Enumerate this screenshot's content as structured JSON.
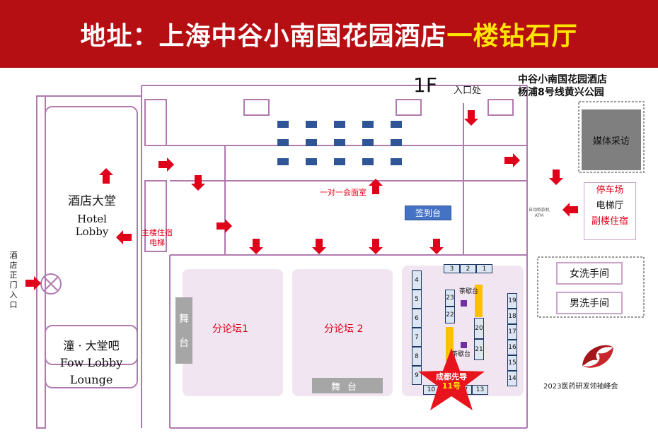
{
  "banner": {
    "prefix": "地址：上海中谷小南国花园酒店",
    "highlight": "一楼钻石厅"
  },
  "floor": "1F",
  "entrance": "入口处",
  "hotel_info": {
    "line1": "中谷小南国花园酒店",
    "line2": "杨浦8号线黄兴公园"
  },
  "rooms": {
    "media": "媒体采访",
    "lobby_cn": "酒店大堂",
    "lobby_en1": "Hotel",
    "lobby_en2": "Lobby",
    "bar_cn": "潼 · 大堂吧",
    "bar_en1": "Fow Lobby",
    "bar_en2": "Lounge",
    "main_elevator_1": "主楼住宿",
    "main_elevator_2": "电梯",
    "one_on_one": "一对一会面室",
    "signin": "签到台",
    "atm_1": "自动取款机",
    "atm_2": "ATM",
    "parking": "停车场",
    "elevator_hall": "电梯厅",
    "annex": "副楼住宿",
    "female_wc": "女洗手间",
    "male_wc": "男洗手间",
    "forum1": "分论坛1",
    "forum2": "分论坛 2",
    "stage_v1": "舞",
    "stage_v2": "台",
    "stage_h": "舞台",
    "side_entrance": [
      "酒",
      "店",
      "正",
      "门",
      "入",
      "口"
    ],
    "tea_top": "茶歇台",
    "tea_bottom": "茶歇台"
  },
  "booths": {
    "top": [
      "3",
      "2",
      "1"
    ],
    "left": [
      "4",
      "5",
      "6",
      "7",
      "8",
      "9"
    ],
    "bottom": [
      "10",
      "11",
      "12",
      "13"
    ],
    "right": [
      "19",
      "18",
      "17",
      "16",
      "15",
      "14"
    ],
    "mid_left": [
      "23",
      "22"
    ],
    "mid_right": [
      "20",
      "21"
    ]
  },
  "star": {
    "line1": "成都先导",
    "line2": "11号"
  },
  "logo": {
    "caption": "2023医药研发领袖峰会"
  },
  "colors": {
    "banner": "#b50f13",
    "highlight": "#ffe600",
    "arrow": "#e0001a",
    "wall": "#b07ab0",
    "hall_fill": "#f1e5f1",
    "signin": "#4472c4",
    "table": "#2f5597",
    "tea": "#ffc000",
    "star": "#e8141d"
  },
  "icons": [
    "down-arrow-icon",
    "right-arrow-icon",
    "left-arrow-icon",
    "up-arrow-icon",
    "star-icon",
    "logo-icon",
    "door-icon"
  ]
}
